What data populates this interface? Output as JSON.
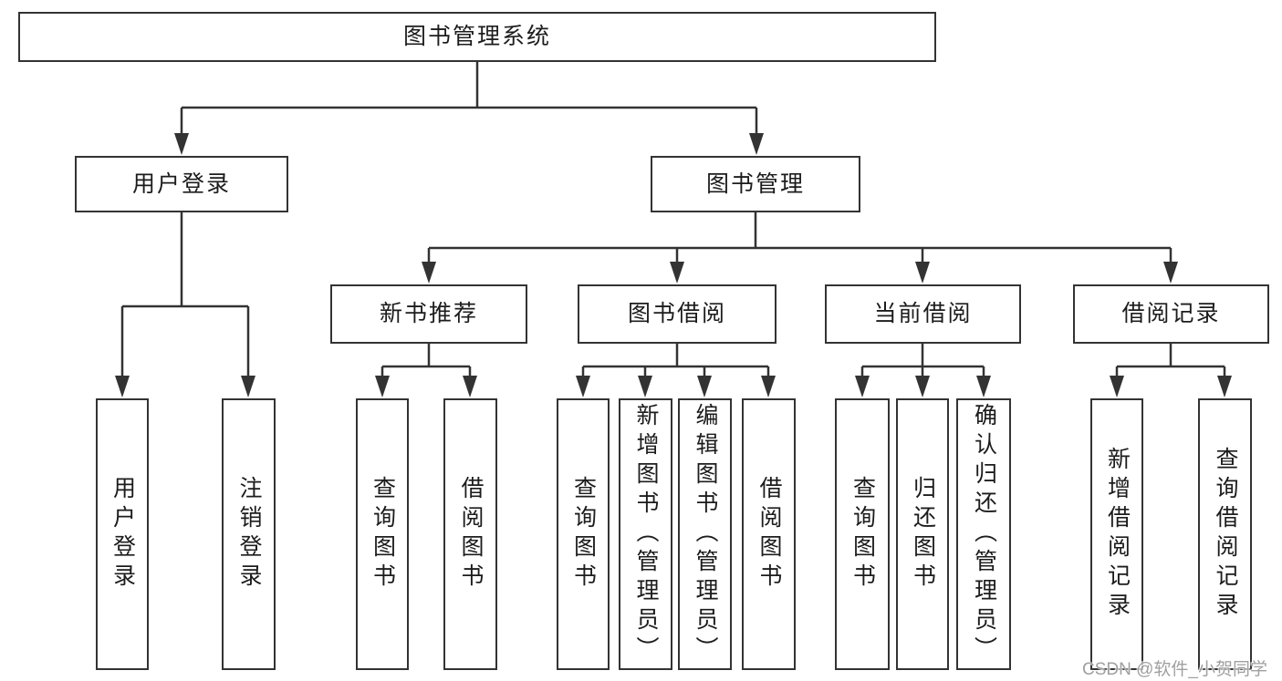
{
  "tree": {
    "root": {
      "label": "图书管理系统"
    },
    "branches": [
      {
        "label": "用户登录",
        "leaves": [
          {
            "label": "用户登录"
          },
          {
            "label": "注销登录"
          }
        ]
      },
      {
        "label": "图书管理",
        "sections": [
          {
            "label": "新书推荐",
            "leaves": [
              {
                "label": "查询图书"
              },
              {
                "label": "借阅图书"
              }
            ]
          },
          {
            "label": "图书借阅",
            "leaves": [
              {
                "label": "查询图书"
              },
              {
                "label": "新增图书（管理员）"
              },
              {
                "label": "编辑图书（管理员）"
              },
              {
                "label": "借阅图书"
              }
            ]
          },
          {
            "label": "当前借阅",
            "leaves": [
              {
                "label": "查询图书"
              },
              {
                "label": "归还图书"
              },
              {
                "label": "确认归还（管理员）"
              }
            ]
          },
          {
            "label": "借阅记录",
            "leaves": [
              {
                "label": "新增借阅记录"
              },
              {
                "label": "查询借阅记录"
              }
            ]
          }
        ]
      }
    ]
  },
  "colors": {
    "line": "#333333",
    "text": "#1c1c1c",
    "watermark": "#a0a0a0"
  },
  "watermark": {
    "text": "CSDN @软件_小贺同学"
  }
}
